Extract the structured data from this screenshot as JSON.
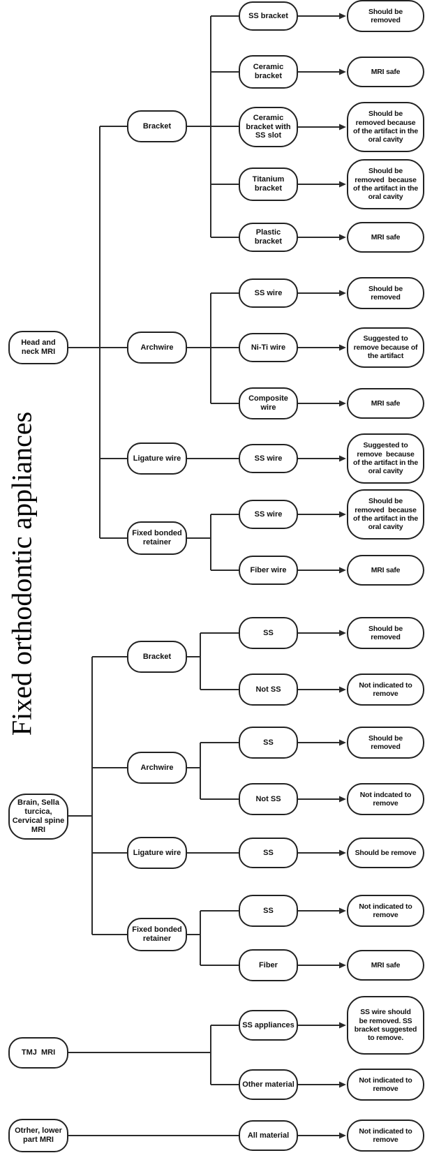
{
  "title": "Fixed orthodontic appliances",
  "colors": {
    "line": "#2b2b2b",
    "border": "#222222",
    "text": "#111111",
    "background": "#ffffff"
  },
  "sections": [
    {
      "root": "Head and\nneck MRI",
      "groups": [
        {
          "label": "Bracket",
          "rows": [
            {
              "item": "SS bracket",
              "result": "Should be\nremoved"
            },
            {
              "item": "Ceramic\nbracket",
              "result": "MRI safe"
            },
            {
              "item": "Ceramic\nbracket with\nSS slot",
              "result": "Should be\nremoved because\nof the artifact in the\noral cavity"
            },
            {
              "item": "Titanium\nbracket",
              "result": "Should be\nremoved  because\nof the artifact in the\noral cavity"
            },
            {
              "item": "Plastic bracket",
              "result": "MRI safe"
            }
          ]
        },
        {
          "label": "Archwire",
          "rows": [
            {
              "item": "SS wire",
              "result": "Should be\nremoved"
            },
            {
              "item": "Ni-Ti wire",
              "result": "Suggested to\nremove because of\nthe artifact"
            },
            {
              "item": "Composite\nwire",
              "result": "MRI safe"
            }
          ]
        },
        {
          "label": "Ligature wire",
          "rows": [
            {
              "item": "SS wire",
              "result": "Suggested to\nremove  because\nof the artifact in the\noral cavity"
            }
          ]
        },
        {
          "label": "Fixed bonded\nretainer",
          "rows": [
            {
              "item": "SS wire",
              "result": "Should be\nremoved  because\nof the artifact in the\noral cavity"
            },
            {
              "item": "Fiber wire",
              "result": "MRI safe"
            }
          ]
        }
      ]
    },
    {
      "root": "Brain, Sella\nturcica,\nCervical spine\nMRI",
      "groups": [
        {
          "label": "Bracket",
          "rows": [
            {
              "item": "SS",
              "result": "Should be\nremoved"
            },
            {
              "item": "Not SS",
              "result": "Not indicated to\nremove"
            }
          ]
        },
        {
          "label": "Archwire",
          "rows": [
            {
              "item": "SS",
              "result": "Should be\nremoved"
            },
            {
              "item": "Not SS",
              "result": "Not indcated to\nremove"
            }
          ]
        },
        {
          "label": "Ligature wire",
          "rows": [
            {
              "item": "SS",
              "result": "Should be remove"
            }
          ]
        },
        {
          "label": "Fixed bonded\nretainer",
          "rows": [
            {
              "item": "SS",
              "result": "Not indicated to\nremove"
            },
            {
              "item": "Fiber",
              "result": "MRI safe"
            }
          ]
        }
      ]
    },
    {
      "root": "TMJ  MRI",
      "rows": [
        {
          "item": "SS appliances",
          "result": "SS wire should\nbe removed. SS\nbracket suggested\nto remove."
        },
        {
          "item": "Other material",
          "result": "Not indicated to\nremove"
        }
      ]
    },
    {
      "root": "Otrher, lower\npart MRI",
      "rows": [
        {
          "item": "All material",
          "result": "Not indicated to\nremove"
        }
      ]
    }
  ]
}
